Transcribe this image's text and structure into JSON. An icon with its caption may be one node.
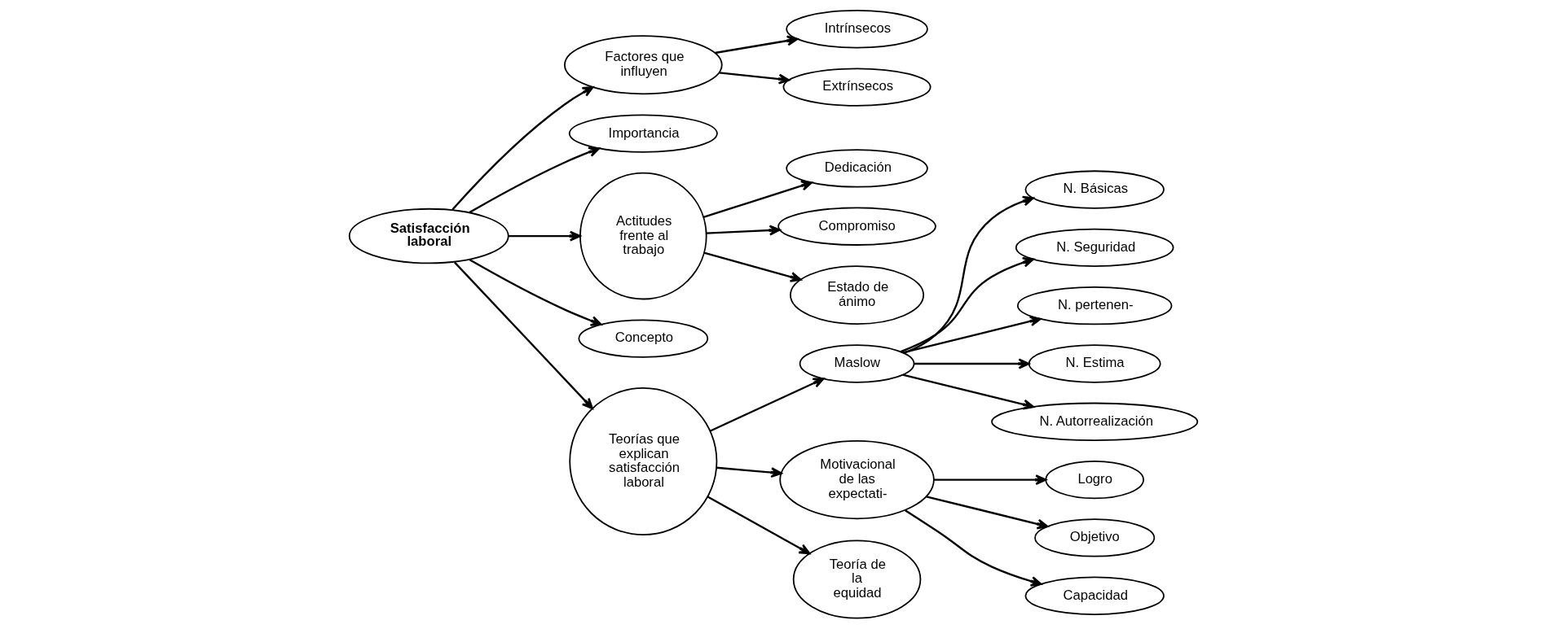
{
  "diagram": {
    "nodes": [
      {
        "text": [
          "Satisfacción laboral"
        ]
      },
      {
        "text": [
          "Factores que influyen"
        ]
      },
      {
        "text": [
          "Intrínsecos"
        ]
      },
      {
        "text": [
          "Extrínsecos"
        ]
      },
      {
        "text": [
          "Importancia"
        ]
      },
      {
        "text": [
          "Actitudes frente al trabajo"
        ]
      },
      {
        "text": [
          "Dedicación"
        ]
      },
      {
        "text": [
          "Compromiso"
        ]
      },
      {
        "text": [
          "Estado de ánimo"
        ]
      },
      {
        "text": [
          "Concepto"
        ]
      },
      {
        "text": [
          "Teorías que explican satisfacción laboral"
        ]
      },
      {
        "text": [
          "Maslow"
        ]
      },
      {
        "text": [
          "N. Básicas"
        ]
      },
      {
        "text": [
          "N. Seguridad"
        ]
      },
      {
        "text": [
          "N. pertenen-"
        ]
      },
      {
        "text": [
          "N. Estima"
        ]
      },
      {
        "text": [
          "N. Autorrealización"
        ]
      },
      {
        "text": [
          "Motivacional de las expectati-"
        ]
      },
      {
        "text": [
          "Logro"
        ]
      },
      {
        "text": [
          "Objetivo"
        ]
      },
      {
        "text": [
          "Capacidad"
        ]
      },
      {
        "text": [
          "Teoría de la equidad"
        ]
      }
    ],
    "edges": [
      {
        "from": 0,
        "to": 1,
        "arrow": "to"
      },
      {
        "from": 1,
        "to": 2,
        "arrow": "to"
      },
      {
        "from": 1,
        "to": 3,
        "arrow": "to"
      },
      {
        "from": 0,
        "to": 4,
        "arrow": "to"
      },
      {
        "from": 0,
        "to": 5,
        "arrow": "to"
      },
      {
        "from": 5,
        "to": 6,
        "arrow": "to"
      },
      {
        "from": 5,
        "to": 7,
        "arrow": "to"
      },
      {
        "from": 5,
        "to": 8,
        "arrow": "to"
      },
      {
        "from": 0,
        "to": 9,
        "arrow": "to"
      },
      {
        "from": 0,
        "to": 10,
        "arrow": "to"
      },
      {
        "from": 10,
        "to": 11,
        "arrow": "to"
      },
      {
        "from": 11,
        "to": 12,
        "arrow": "to"
      },
      {
        "from": 11,
        "to": 13,
        "arrow": "to"
      },
      {
        "from": 11,
        "to": 14,
        "arrow": "to"
      },
      {
        "from": 11,
        "to": 15,
        "arrow": "to"
      },
      {
        "from": 11,
        "to": 16,
        "arrow": "to"
      },
      {
        "from": 10,
        "to": 17,
        "arrow": "to"
      },
      {
        "from": 17,
        "to": 18,
        "arrow": "to"
      },
      {
        "from": 17,
        "to": 19,
        "arrow": "to"
      },
      {
        "from": 17,
        "to": 20,
        "arrow": "to"
      },
      {
        "from": 10,
        "to": 21,
        "arrow": "to"
      }
    ]
  }
}
